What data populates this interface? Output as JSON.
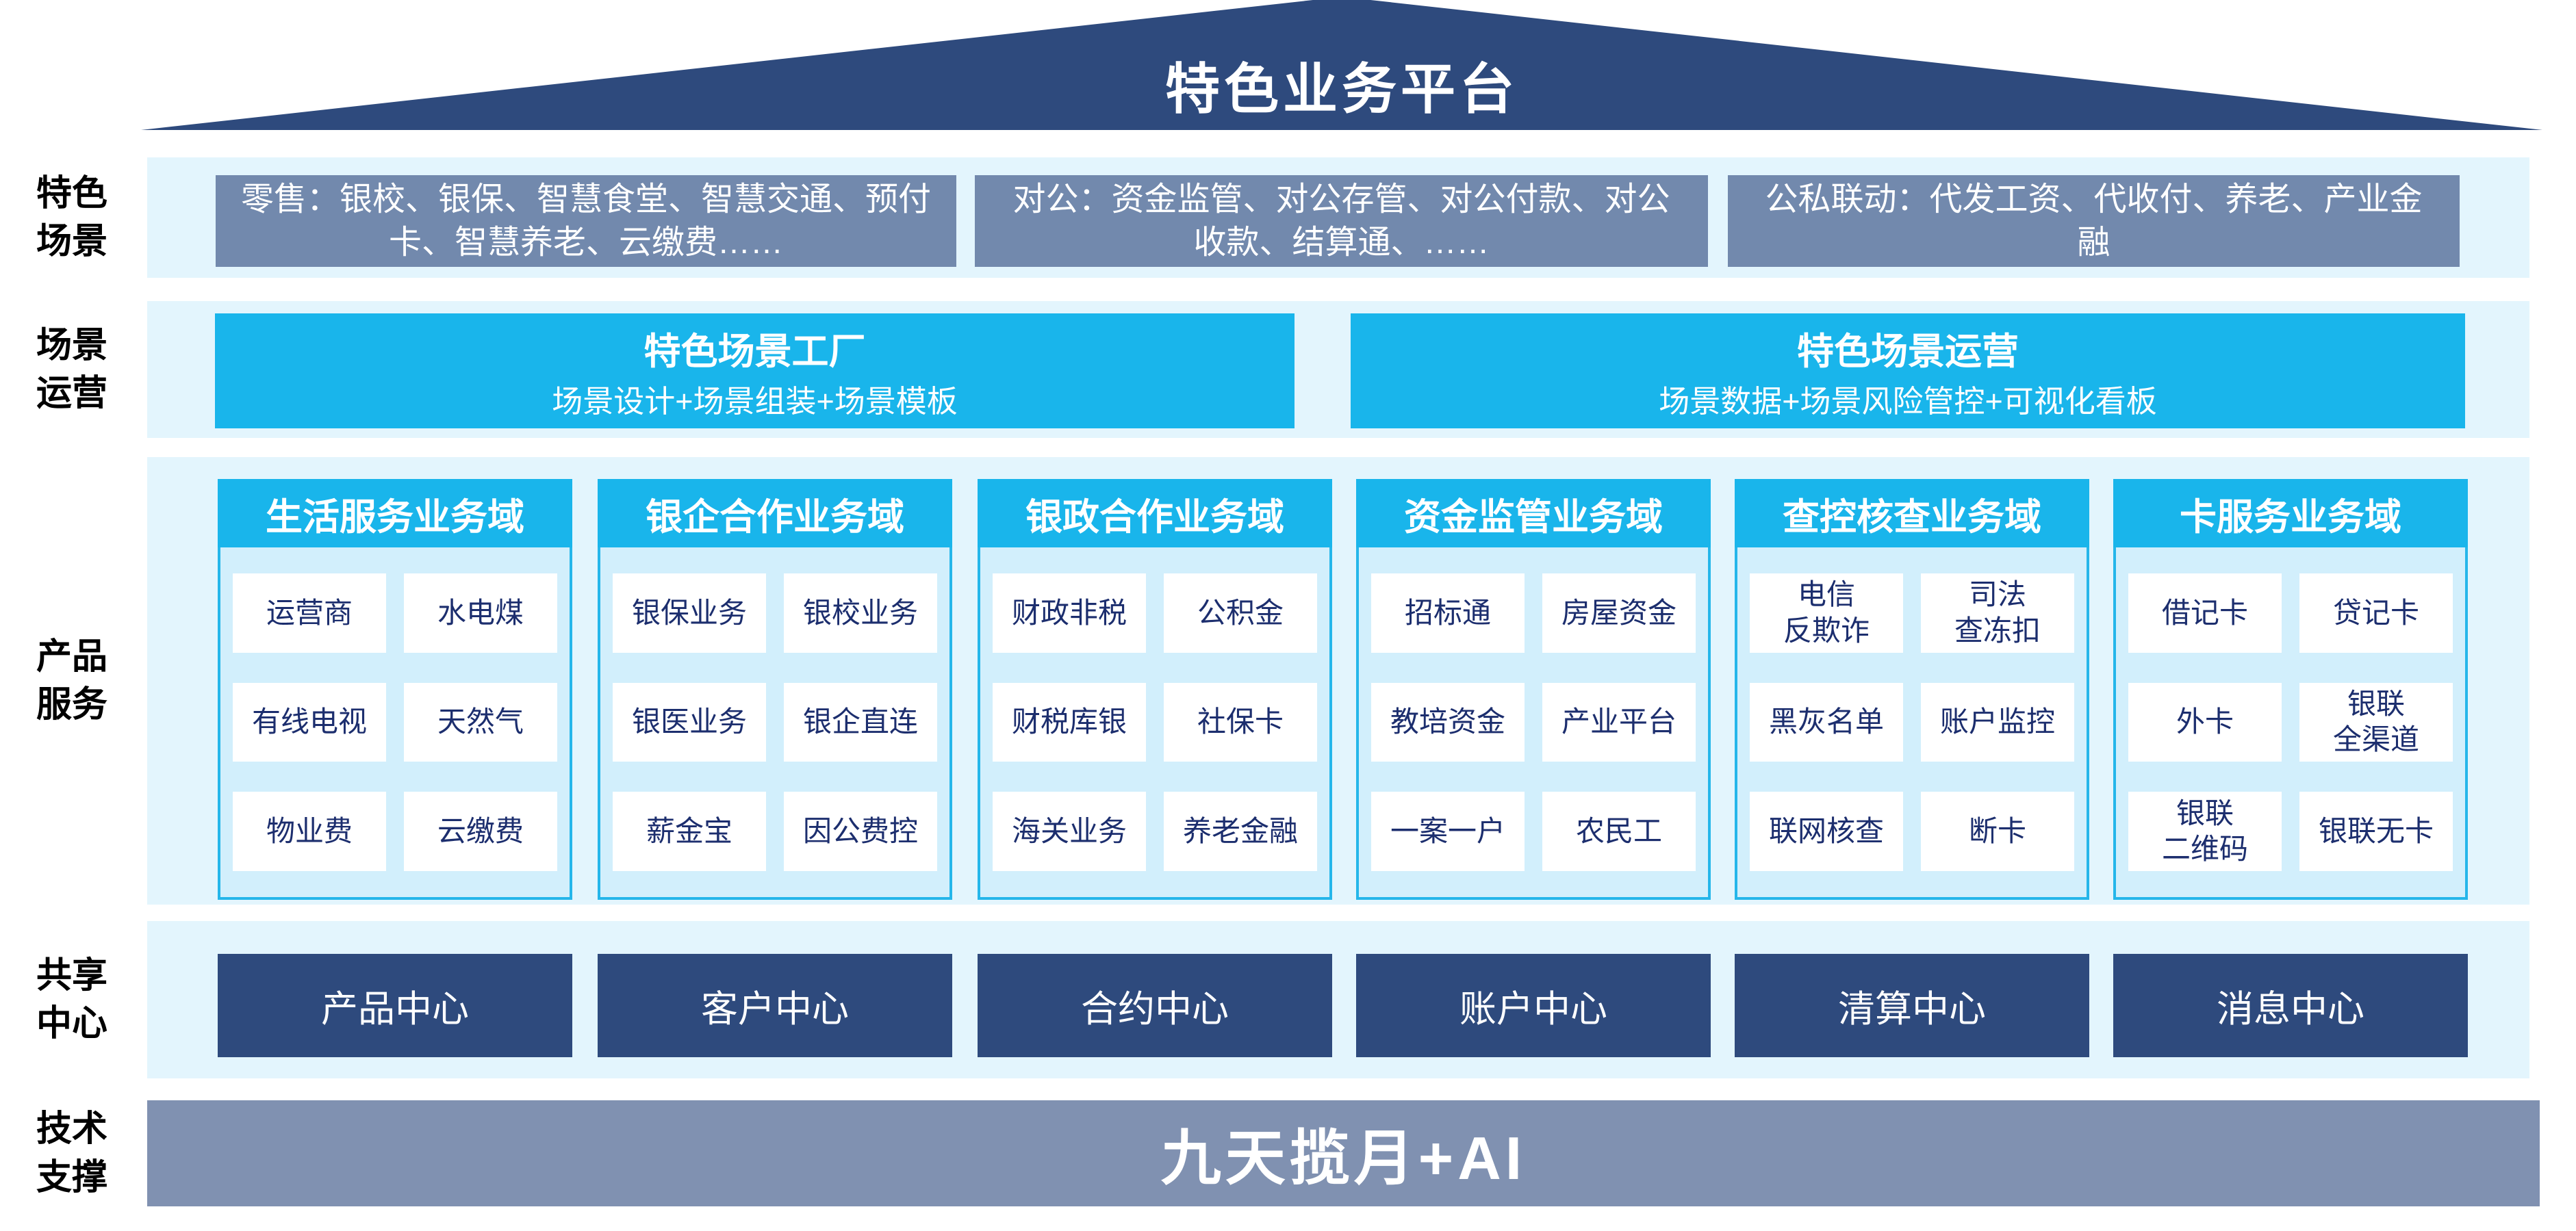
{
  "title": "特色业务平台",
  "colors": {
    "roof_navy": "#2E4A7D",
    "scene_box_steel_blue": "#7289AD",
    "cyan_accent": "#19B5EB",
    "band_bg": "#E3F5FD",
    "panel_bg": "#D2EFFC",
    "panel_border": "#25B6EA",
    "cell_text_navy": "#1C2E6E",
    "center_box_navy": "#2E4A7D",
    "tech_bar_gray_blue": "#8091B1"
  },
  "rows": {
    "scene": {
      "label": "特色\n场景",
      "boxes": [
        "零售：银校、银保、智慧食堂、智慧交通、预付卡、智慧养老、云缴费……",
        "对公：资金监管、对公存管、对公付款、对公收款、结算通、……",
        "公私联动：代发工资、代收付、养老、产业金融"
      ]
    },
    "operation": {
      "label": "场景\n运营",
      "boxes": [
        {
          "title": "特色场景工厂",
          "subtitle": "场景设计+场景组装+场景模板"
        },
        {
          "title": "特色场景运营",
          "subtitle": "场景数据+场景风险管控+可视化看板"
        }
      ]
    },
    "products": {
      "label": "产品\n服务",
      "columns": [
        {
          "header": "生活服务业务域",
          "cells": [
            "运营商",
            "水电煤",
            "有线电视",
            "天然气",
            "物业费",
            "云缴费"
          ]
        },
        {
          "header": "银企合作业务域",
          "cells": [
            "银保业务",
            "银校业务",
            "银医业务",
            "银企直连",
            "薪金宝",
            "因公费控"
          ]
        },
        {
          "header": "银政合作业务域",
          "cells": [
            "财政非税",
            "公积金",
            "财税库银",
            "社保卡",
            "海关业务",
            "养老金融"
          ]
        },
        {
          "header": "资金监管业务域",
          "cells": [
            "招标通",
            "房屋资金",
            "教培资金",
            "产业平台",
            "一案一户",
            "农民工"
          ]
        },
        {
          "header": "查控核查业务域",
          "cells": [
            "电信\n反欺诈",
            "司法\n查冻扣",
            "黑灰名单",
            "账户监控",
            "联网核查",
            "断卡"
          ]
        },
        {
          "header": "卡服务业务域",
          "cells": [
            "借记卡",
            "贷记卡",
            "外卡",
            "银联\n全渠道",
            "银联\n二维码",
            "银联无卡"
          ]
        }
      ]
    },
    "shared": {
      "label": "共享\n中心",
      "centers": [
        "产品中心",
        "客户中心",
        "合约中心",
        "账户中心",
        "清算中心",
        "消息中心"
      ]
    },
    "tech": {
      "label": "技术\n支撑",
      "platform": "九天揽月+AI"
    }
  }
}
